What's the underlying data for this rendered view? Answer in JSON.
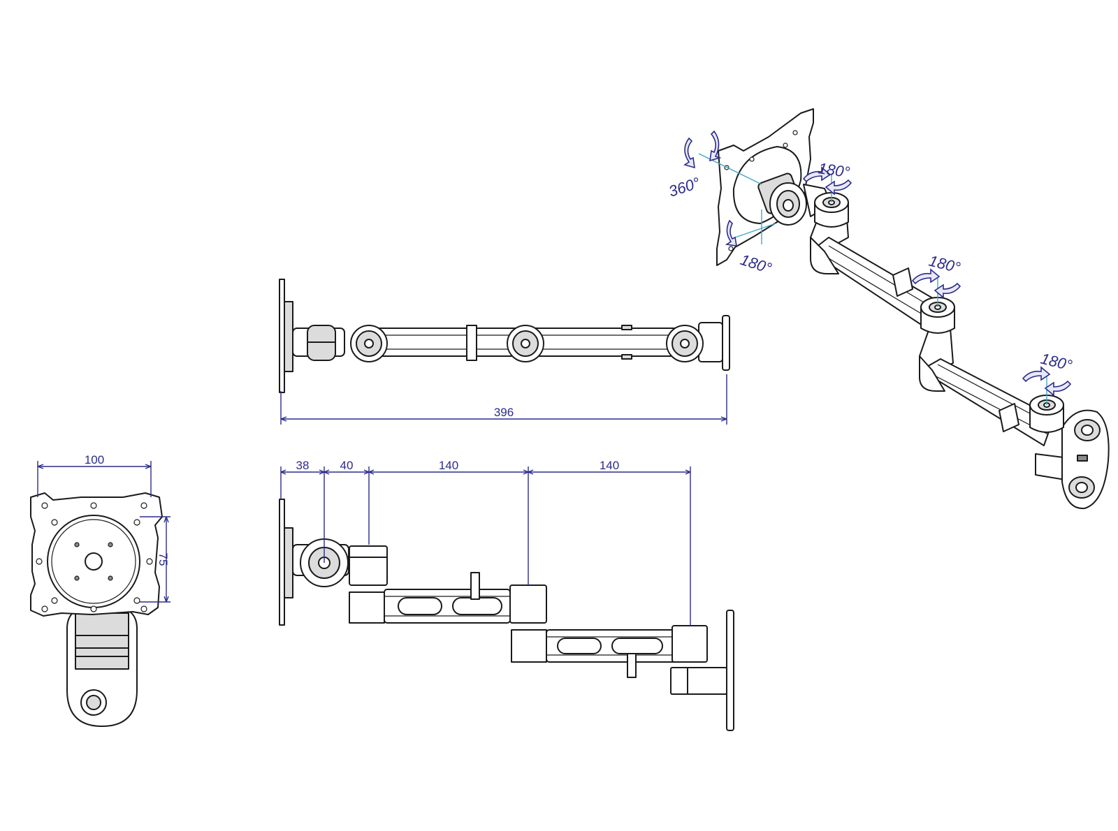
{
  "dimensions": {
    "total_length": "396",
    "plate_width": "100",
    "plate_height": "75",
    "seg1": "38",
    "seg2": "40",
    "seg3": "140",
    "seg4": "140"
  },
  "rotations": {
    "tilt": "360°",
    "swivel_head": "180°",
    "pitch": "180°",
    "joint_mid": "180°",
    "joint_base": "180°"
  },
  "colors": {
    "line": "#1a1a1a",
    "dimension": "#2b2b8c",
    "axis": "#3fa8c8"
  }
}
